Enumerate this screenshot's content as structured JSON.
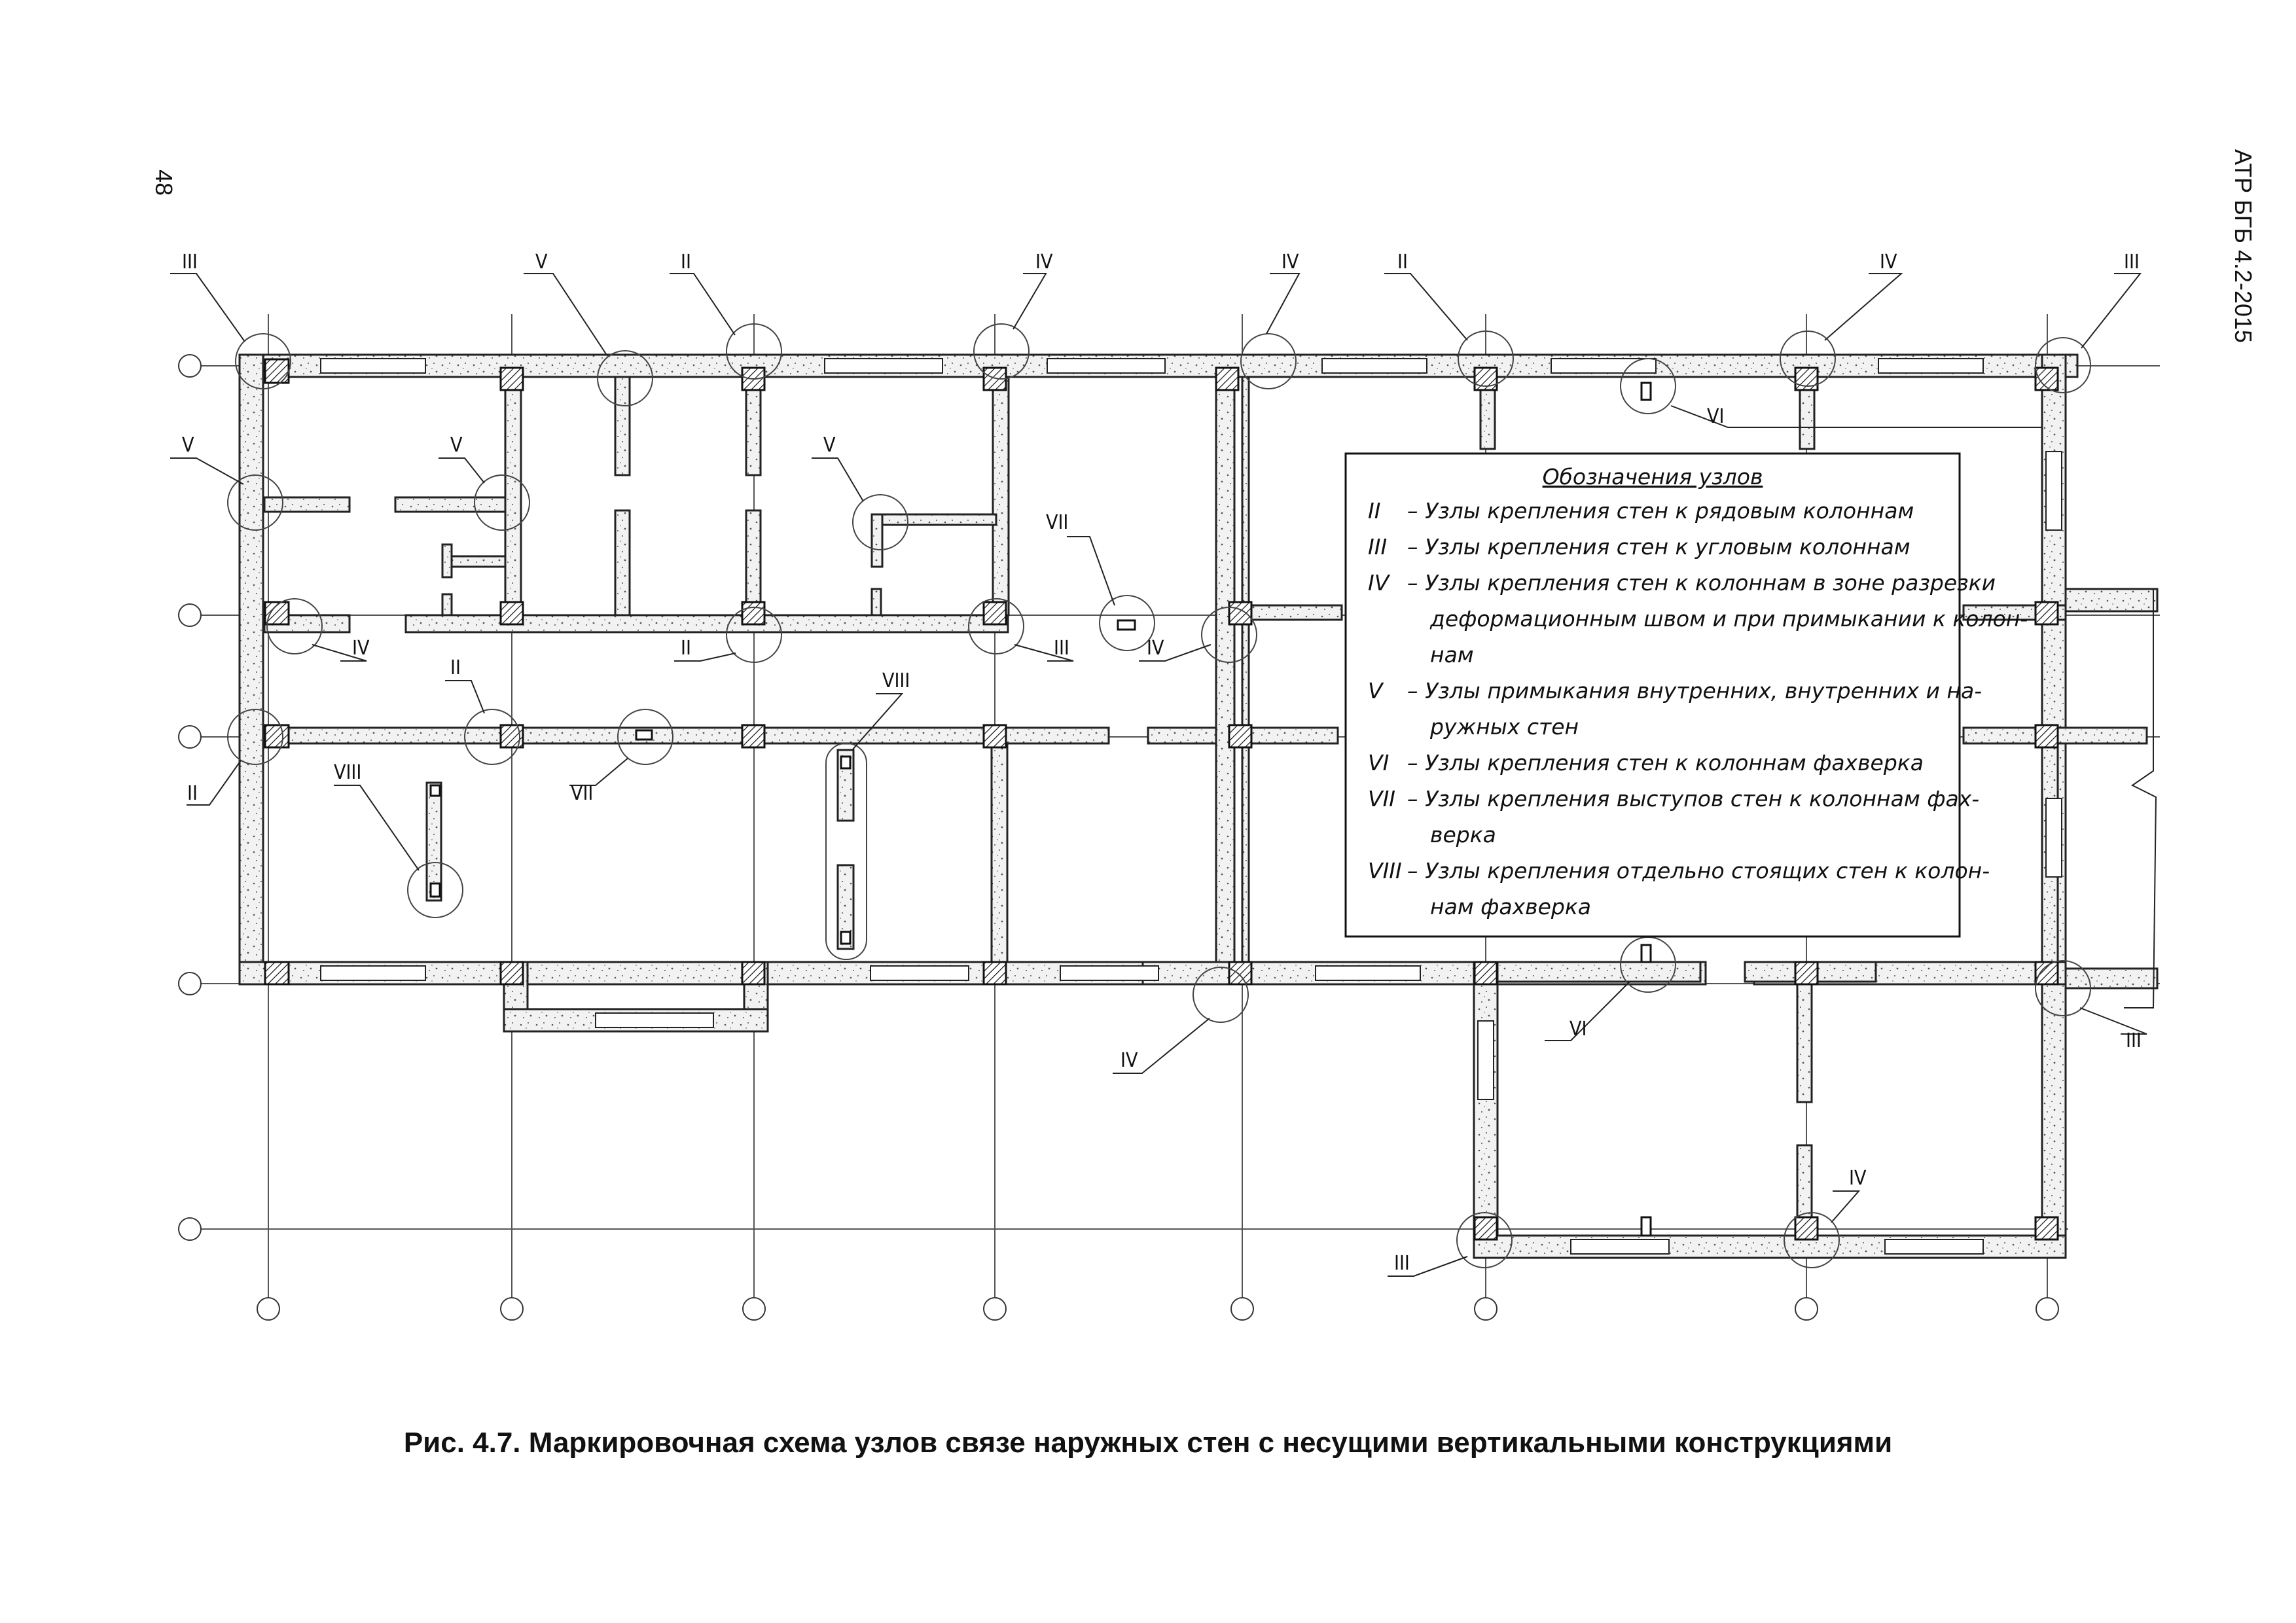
{
  "header": {
    "page_number": "48",
    "doc_code": "АТР БГБ 4.2-2015"
  },
  "caption": "Рис. 4.7. Маркировочная схема узлов связе наружных стен с несущими вертикальными конструкциями",
  "legend": {
    "title": "Обозначения узлов",
    "entries": [
      {
        "code": "II",
        "text": [
          "– Узлы крепления стен к рядовым колоннам"
        ]
      },
      {
        "code": "III",
        "text": [
          "– Узлы крепления стен к угловым колоннам"
        ]
      },
      {
        "code": "IV",
        "text": [
          "– Узлы крепления стен к колоннам в зоне разрезки",
          "деформационным швом и при примыкании к колон-",
          "нам"
        ]
      },
      {
        "code": "V",
        "text": [
          "– Узлы примыкания внутренних, внутренних и на-",
          "ружных стен"
        ]
      },
      {
        "code": "VI",
        "text": [
          "– Узлы крепления стен к колоннам фахверка"
        ]
      },
      {
        "code": "VII",
        "text": [
          "– Узлы крепления выступов стен к колоннам фах-",
          "верка"
        ]
      },
      {
        "code": "VIII",
        "text": [
          "– Узлы крепления отдельно стоящих стен к колон-",
          "нам фахверка"
        ]
      }
    ]
  },
  "node_labels": {
    "top_1": "III",
    "top_2": "V",
    "top_3": "II",
    "top_4": "IV",
    "top_5": "IV",
    "top_6": "II",
    "top_7": "IV",
    "top_8": "III",
    "left_v": "V",
    "room_v": "V",
    "mid_v": "V",
    "vi_top": "VI",
    "vii_right": "VII",
    "iv_left": "IV",
    "ii_mid": "II",
    "ii_center": "II",
    "iii_mid": "III",
    "iv_mid": "IV",
    "ii_left": "II",
    "viii_left": "VIII",
    "vii_left": "VII",
    "viii_center": "VIII",
    "iv_bottom": "IV",
    "vi_bottom": "VI",
    "iii_right": "III",
    "iv_lower": "IV",
    "iii_lower": "III"
  }
}
